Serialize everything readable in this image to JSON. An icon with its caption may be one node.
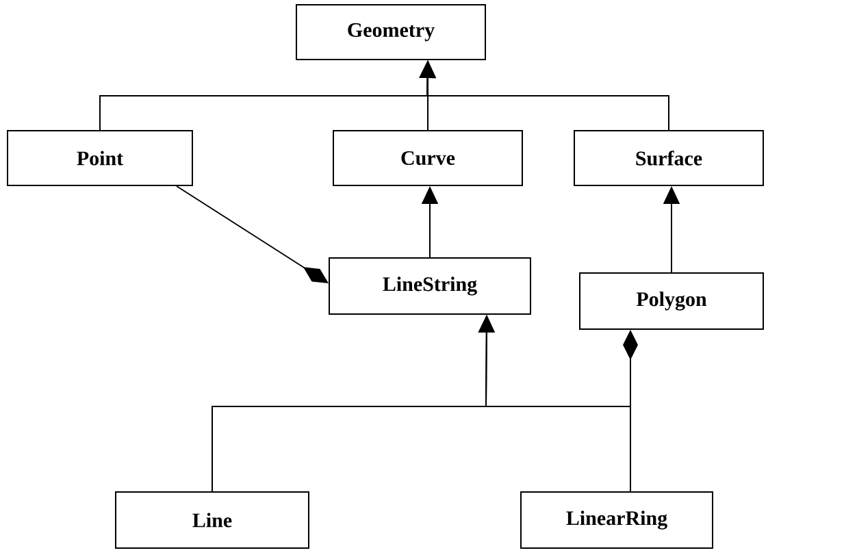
{
  "diagram": {
    "nodes": [
      {
        "text": [
          "Geometry"
        ]
      },
      {
        "text": [
          "Point"
        ]
      },
      {
        "text": [
          "Curve"
        ]
      },
      {
        "text": [
          "Surface"
        ]
      },
      {
        "text": [
          "LineString"
        ]
      },
      {
        "text": [
          "Polygon"
        ]
      },
      {
        "text": [
          "Line"
        ]
      },
      {
        "text": [
          "LinearRing"
        ]
      }
    ],
    "edges": [
      {
        "from": 1,
        "to": 0,
        "arrow": "to"
      },
      {
        "from": 2,
        "to": 0,
        "arrow": "to"
      },
      {
        "from": 3,
        "to": 0,
        "arrow": "to"
      },
      {
        "from": 4,
        "to": 2,
        "arrow": "to"
      },
      {
        "from": 5,
        "to": 3,
        "arrow": "to"
      },
      {
        "from": 1,
        "to": 4,
        "arrow": "other"
      },
      {
        "from": 6,
        "to": 4,
        "arrow": "to"
      },
      {
        "from": 7,
        "to": 4,
        "arrow": "to"
      },
      {
        "from": 7,
        "to": 5,
        "arrow": "other"
      }
    ]
  }
}
